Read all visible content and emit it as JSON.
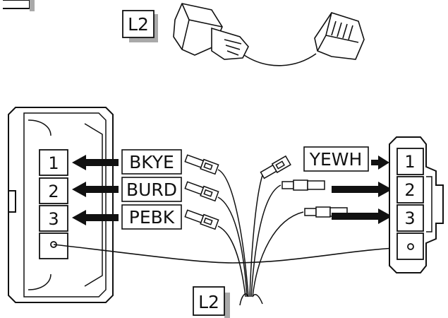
{
  "header_label": "L2",
  "footer_label": "L2",
  "left_connector": {
    "pins": [
      "1",
      "2",
      "3"
    ],
    "wire_colors": [
      "BKYE",
      "BURD",
      "PEBK"
    ]
  },
  "right_connector": {
    "pins": [
      "1",
      "2",
      "3"
    ],
    "wire_colors": [
      "YEWH"
    ]
  },
  "colors": {
    "ink": "#111111",
    "paper": "#ffffff",
    "shadow": "#a9a9a9"
  }
}
